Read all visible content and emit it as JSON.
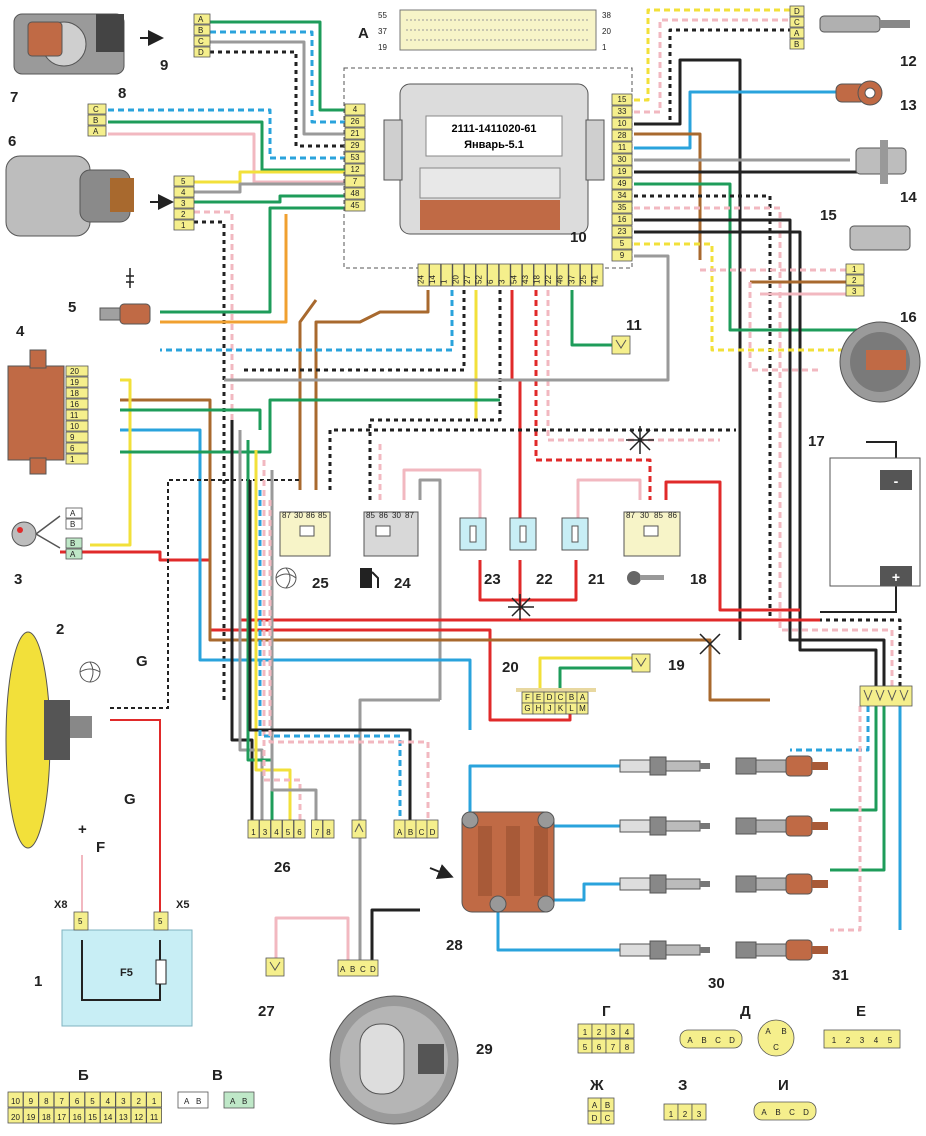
{
  "ecu": {
    "part_number": "2111-1411020-61",
    "name": "Январь-5.1",
    "harness_header": {
      "label": "A",
      "left_top": "55",
      "left_mid": "37",
      "left_bot": "19",
      "right_top": "38",
      "right_mid": "20",
      "right_bot": "1"
    },
    "left_pins": [
      "4",
      "26",
      "21",
      "29",
      "53",
      "12",
      "7",
      "48",
      "45"
    ],
    "right_pins": [
      "15",
      "33",
      "10",
      "28",
      "11",
      "30",
      "19",
      "49",
      "34",
      "35",
      "16",
      "23",
      "5",
      "9"
    ],
    "bottom_pins": [
      "24",
      "14",
      "1",
      "20",
      "27",
      "52",
      "6",
      "3",
      "54",
      "43",
      "18",
      "22",
      "46",
      "37",
      "25",
      "41"
    ]
  },
  "components": {
    "c1": "1",
    "c2": "2",
    "c3": "3",
    "c4": "4",
    "c5": "5",
    "c6": "6",
    "c7": "7",
    "c8": "8",
    "c9": "9",
    "c10": "10",
    "c11": "11",
    "c12": "12",
    "c13": "13",
    "c14": "14",
    "c15": "15",
    "c16": "16",
    "c17": "17",
    "c18": "18",
    "c19": "19",
    "c20": "20",
    "c21": "21",
    "c22": "22",
    "c23": "23",
    "c24": "24",
    "c25": "25",
    "c26": "26",
    "c27": "27",
    "c28": "28",
    "c29": "29",
    "c30": "30",
    "c31": "31"
  },
  "labels": {
    "F": "F",
    "G1": "G",
    "G2": "G",
    "X8": "X8",
    "X5": "X5",
    "F5": "F5",
    "plus": "+",
    "batt_minus": "-",
    "batt_plus": "+"
  },
  "connectors": {
    "c9_pins": [
      "A",
      "B",
      "C",
      "D"
    ],
    "c8_pins": [
      "C",
      "B",
      "A"
    ],
    "c6_pins": [
      "5",
      "4",
      "3",
      "2",
      "1"
    ],
    "c4_pins": [
      "20",
      "19",
      "18",
      "16",
      "11",
      "10",
      "9",
      "6",
      "1"
    ],
    "c3_pins": [
      "A",
      "B",
      "B",
      "A"
    ],
    "c12_pins": [
      "D",
      "C",
      "A",
      "B"
    ],
    "c15_pins": [
      "1",
      "2",
      "3"
    ],
    "relay25": [
      "87",
      "30",
      "86",
      "85"
    ],
    "relay24": [
      "85",
      "86",
      "30",
      "87"
    ],
    "relay18": [
      "87",
      "30",
      "85",
      "86"
    ],
    "c20_top": [
      "F",
      "E",
      "D",
      "C",
      "B",
      "A"
    ],
    "c20_bot": [
      "G",
      "H",
      "J",
      "K",
      "L",
      "M"
    ],
    "c26": [
      "1",
      "3",
      "4",
      "5",
      "6",
      "7",
      "8"
    ],
    "c28": [
      "A",
      "B",
      "C",
      "D"
    ],
    "c29": [
      "A",
      "B",
      "C",
      "D"
    ],
    "pin5a": "5",
    "pin5b": "5"
  },
  "legend": {
    "B_label": "Б",
    "B_top": [
      "10",
      "9",
      "8",
      "7",
      "6",
      "5",
      "4",
      "3",
      "2",
      "1"
    ],
    "B_bot": [
      "20",
      "19",
      "18",
      "17",
      "16",
      "15",
      "14",
      "13",
      "12",
      "11"
    ],
    "V_label": "В",
    "V_pins": [
      "A",
      "B"
    ],
    "G_label": "Г",
    "G_top": [
      "1",
      "2",
      "3",
      "4"
    ],
    "G_bot": [
      "5",
      "6",
      "7",
      "8"
    ],
    "D_label": "Д",
    "D_pins": [
      "A",
      "B",
      "C",
      "D"
    ],
    "D_round": [
      "A",
      "B",
      "C"
    ],
    "E_label": "Е",
    "E_pins": [
      "1",
      "2",
      "3",
      "4",
      "5"
    ],
    "Zh_label": "Ж",
    "Zh_pins": [
      "A",
      "B",
      "D",
      "C"
    ],
    "Z_label": "З",
    "Z_pins": [
      "1",
      "2",
      "3"
    ],
    "I_label": "И",
    "I_pins": [
      "A",
      "B",
      "C",
      "D"
    ]
  },
  "colors": {
    "red": "#e02a2a",
    "blue": "#2aa3dc",
    "green": "#1e9c5a",
    "yellow": "#f2e03a",
    "brown": "#a8692e",
    "orange": "#f0a030",
    "black": "#222222",
    "grey": "#9a9a9a",
    "pink": "#f2b8c0",
    "connector": "#f5ef8c",
    "ecu": "#dcdcdc",
    "coil": "#c06a45"
  }
}
